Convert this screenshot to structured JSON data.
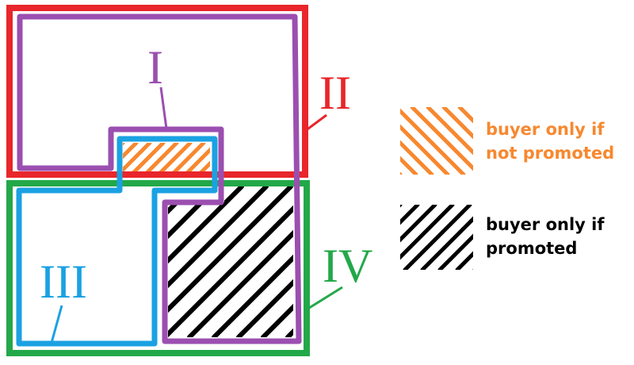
{
  "regions": [
    {
      "id": "I",
      "label": "I",
      "color": "#9b4fb0"
    },
    {
      "id": "II",
      "label": "II",
      "color": "#e8262b"
    },
    {
      "id": "III",
      "label": "III",
      "color": "#1ba1e2"
    },
    {
      "id": "IV",
      "label": "IV",
      "color": "#23a849"
    }
  ],
  "legend": [
    {
      "pattern": "orange-hatch",
      "color": "#f7882f",
      "text": "buyer only if\nnot promoted"
    },
    {
      "pattern": "black-hatch",
      "color": "#000000",
      "text": "buyer only if\npromoted"
    }
  ]
}
